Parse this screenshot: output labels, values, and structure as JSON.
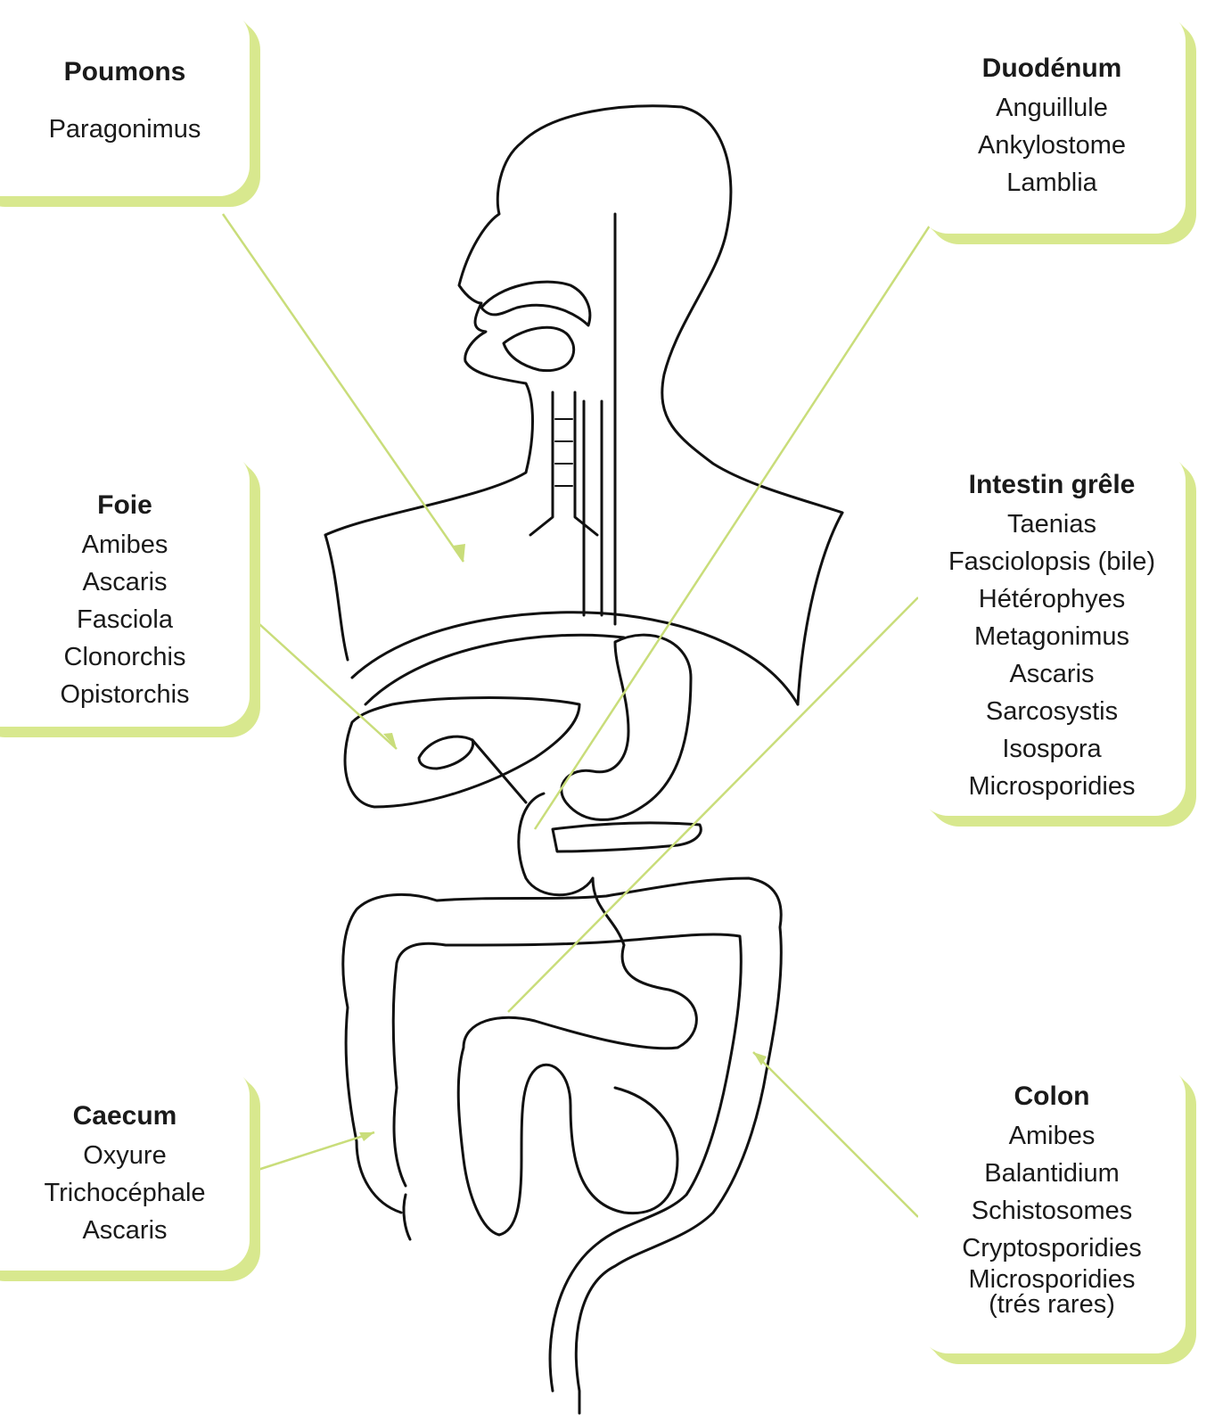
{
  "boxes": {
    "poumons": {
      "title": "Poumons",
      "items": [
        "Paragonimus"
      ]
    },
    "foie": {
      "title": "Foie",
      "items": [
        "Amibes",
        "Ascaris",
        "Fasciola",
        "Clonorchis",
        "Opistorchis"
      ]
    },
    "caecum": {
      "title": "Caecum",
      "items": [
        "Oxyure",
        "Trichocéphale",
        "Ascaris"
      ]
    },
    "duodenum": {
      "title": "Duodénum",
      "items": [
        "Anguillule",
        "Ankylostome",
        "Lamblia"
      ]
    },
    "intestin": {
      "title": "Intestin grêle",
      "items": [
        "Taenias",
        "Fasciolopsis (bile)",
        "Hétérophyes",
        "Metagonimus",
        "Ascaris",
        "Sarcosystis",
        "Isospora",
        "Microsporidies"
      ]
    },
    "colon": {
      "title": "Colon",
      "items": [
        "Amibes",
        "Balantidium",
        "Schistosomes",
        "Cryptosporidies",
        "Microsporidies",
        "(trés rares)"
      ]
    }
  },
  "colors": {
    "accent_green": "#d8e88e",
    "pointer_line": "#c9dd7a",
    "outline": "#111111"
  }
}
